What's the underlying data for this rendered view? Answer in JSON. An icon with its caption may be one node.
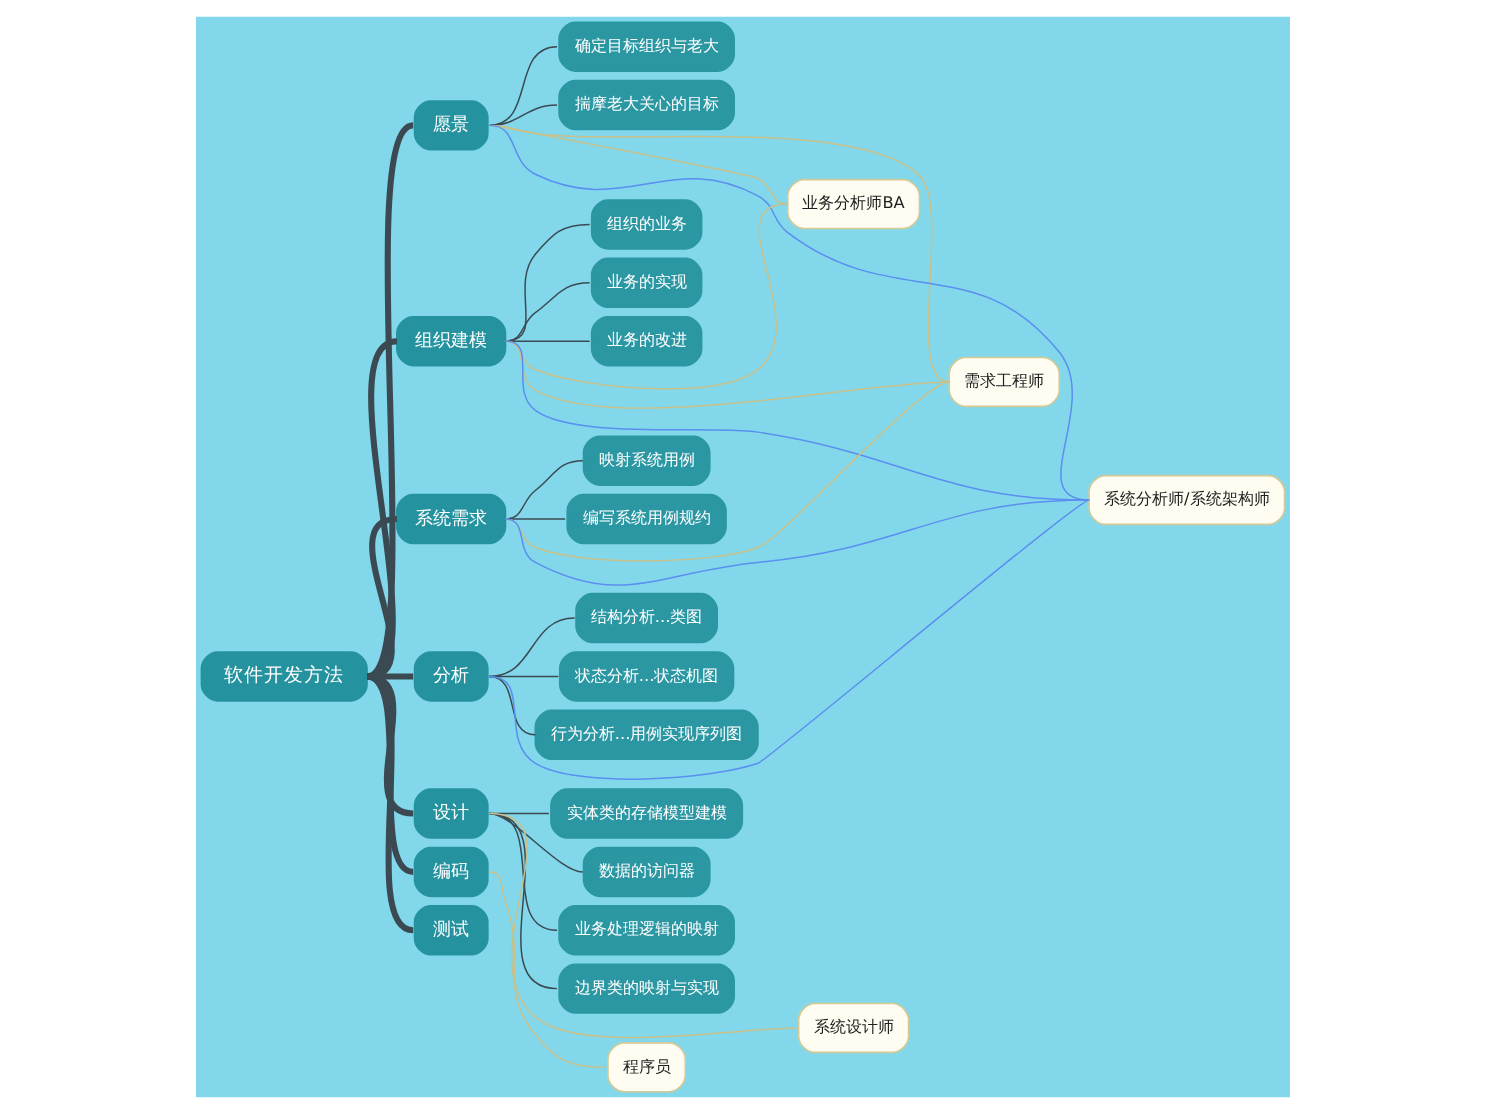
{
  "diagram": {
    "nodes": [
      {
        "text": [
          "软件开发方法"
        ]
      },
      {
        "text": [
          "愿景"
        ]
      },
      {
        "text": [
          "确定目标组织与老大"
        ]
      },
      {
        "text": [
          "揣摩老大关心的目标"
        ]
      },
      {
        "text": [
          "组织建模"
        ]
      },
      {
        "text": [
          "组织的业务"
        ]
      },
      {
        "text": [
          "业务的实现"
        ]
      },
      {
        "text": [
          "业务的改进"
        ]
      },
      {
        "text": [
          "系统需求"
        ]
      },
      {
        "text": [
          "映射系统用例"
        ]
      },
      {
        "text": [
          "编写系统用例规约"
        ]
      },
      {
        "text": [
          "分析"
        ]
      },
      {
        "text": [
          "结构分析...类图"
        ]
      },
      {
        "text": [
          "状态分析...状态机图"
        ]
      },
      {
        "text": [
          "行为分析...用例实现序列图"
        ]
      },
      {
        "text": [
          "设计"
        ]
      },
      {
        "text": [
          "实体类的存储模型建模"
        ]
      },
      {
        "text": [
          "数据的访问器"
        ]
      },
      {
        "text": [
          "业务处理逻辑的映射"
        ]
      },
      {
        "text": [
          "边界类的映射与实现"
        ]
      },
      {
        "text": [
          "编码"
        ]
      },
      {
        "text": [
          "测试"
        ]
      },
      {
        "text": [
          "业务分析师BA"
        ]
      },
      {
        "text": [
          "需求工程师"
        ]
      },
      {
        "text": [
          "系统分析师/系统架构师"
        ]
      },
      {
        "text": [
          "系统设计师"
        ]
      },
      {
        "text": [
          "程序员"
        ]
      }
    ],
    "edges": [
      {
        "from": 0,
        "to": 1,
        "arrow": "none",
        "style": "thick"
      },
      {
        "from": 0,
        "to": 4,
        "arrow": "none",
        "style": "thick"
      },
      {
        "from": 0,
        "to": 8,
        "arrow": "none",
        "style": "thick"
      },
      {
        "from": 0,
        "to": 11,
        "arrow": "none",
        "style": "thick"
      },
      {
        "from": 0,
        "to": 15,
        "arrow": "none",
        "style": "thick"
      },
      {
        "from": 0,
        "to": 20,
        "arrow": "none",
        "style": "thick"
      },
      {
        "from": 0,
        "to": 21,
        "arrow": "none",
        "style": "thick"
      },
      {
        "from": 1,
        "to": 2,
        "arrow": "none"
      },
      {
        "from": 1,
        "to": 3,
        "arrow": "none"
      },
      {
        "from": 4,
        "to": 5,
        "arrow": "none"
      },
      {
        "from": 4,
        "to": 6,
        "arrow": "none"
      },
      {
        "from": 4,
        "to": 7,
        "arrow": "none"
      },
      {
        "from": 8,
        "to": 9,
        "arrow": "none"
      },
      {
        "from": 8,
        "to": 10,
        "arrow": "none"
      },
      {
        "from": 11,
        "to": 12,
        "arrow": "none"
      },
      {
        "from": 11,
        "to": 13,
        "arrow": "none"
      },
      {
        "from": 11,
        "to": 14,
        "arrow": "none"
      },
      {
        "from": 15,
        "to": 16,
        "arrow": "none"
      },
      {
        "from": 15,
        "to": 17,
        "arrow": "none"
      },
      {
        "from": 15,
        "to": 18,
        "arrow": "none"
      },
      {
        "from": 15,
        "to": 19,
        "arrow": "none"
      },
      {
        "from": 1,
        "to": 22,
        "arrow": "none",
        "color": "#c8c08a"
      },
      {
        "from": 4,
        "to": 22,
        "arrow": "none",
        "color": "#c8c08a"
      },
      {
        "from": 1,
        "to": 23,
        "arrow": "none",
        "color": "#c8c08a"
      },
      {
        "from": 4,
        "to": 23,
        "arrow": "none",
        "color": "#c8c08a"
      },
      {
        "from": 8,
        "to": 23,
        "arrow": "none",
        "color": "#c8c08a"
      },
      {
        "from": 1,
        "to": 24,
        "arrow": "none",
        "color": "#5a8ef0"
      },
      {
        "from": 4,
        "to": 24,
        "arrow": "none",
        "color": "#5a8ef0"
      },
      {
        "from": 8,
        "to": 24,
        "arrow": "none",
        "color": "#5a8ef0"
      },
      {
        "from": 11,
        "to": 24,
        "arrow": "none",
        "color": "#5a8ef0"
      },
      {
        "from": 15,
        "to": 25,
        "arrow": "none",
        "color": "#c8c08a"
      },
      {
        "from": 20,
        "to": 26,
        "arrow": "none",
        "color": "#c8c08a"
      }
    ]
  }
}
